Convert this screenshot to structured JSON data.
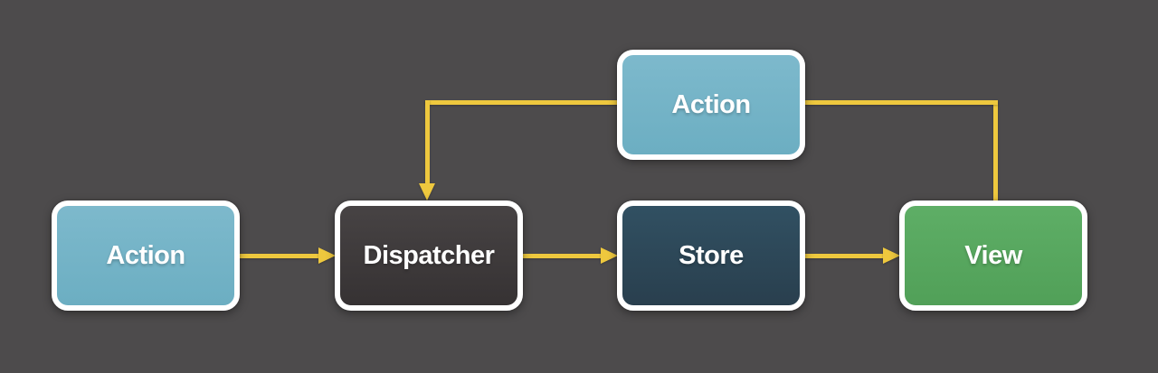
{
  "nodes": {
    "action_left": {
      "label": "Action",
      "fill": "#74b3c7"
    },
    "dispatcher": {
      "label": "Dispatcher",
      "fill": "#3d3a3b"
    },
    "store": {
      "label": "Store",
      "fill": "#2e4857"
    },
    "view": {
      "label": "View",
      "fill": "#58a75f"
    },
    "action_top": {
      "label": "Action",
      "fill": "#74b3c7"
    }
  },
  "connector": {
    "color": "#eec83e"
  },
  "canvas": {
    "background": "#4d4b4c",
    "node_border": "#ffffff",
    "text_color": "#ffffff"
  }
}
